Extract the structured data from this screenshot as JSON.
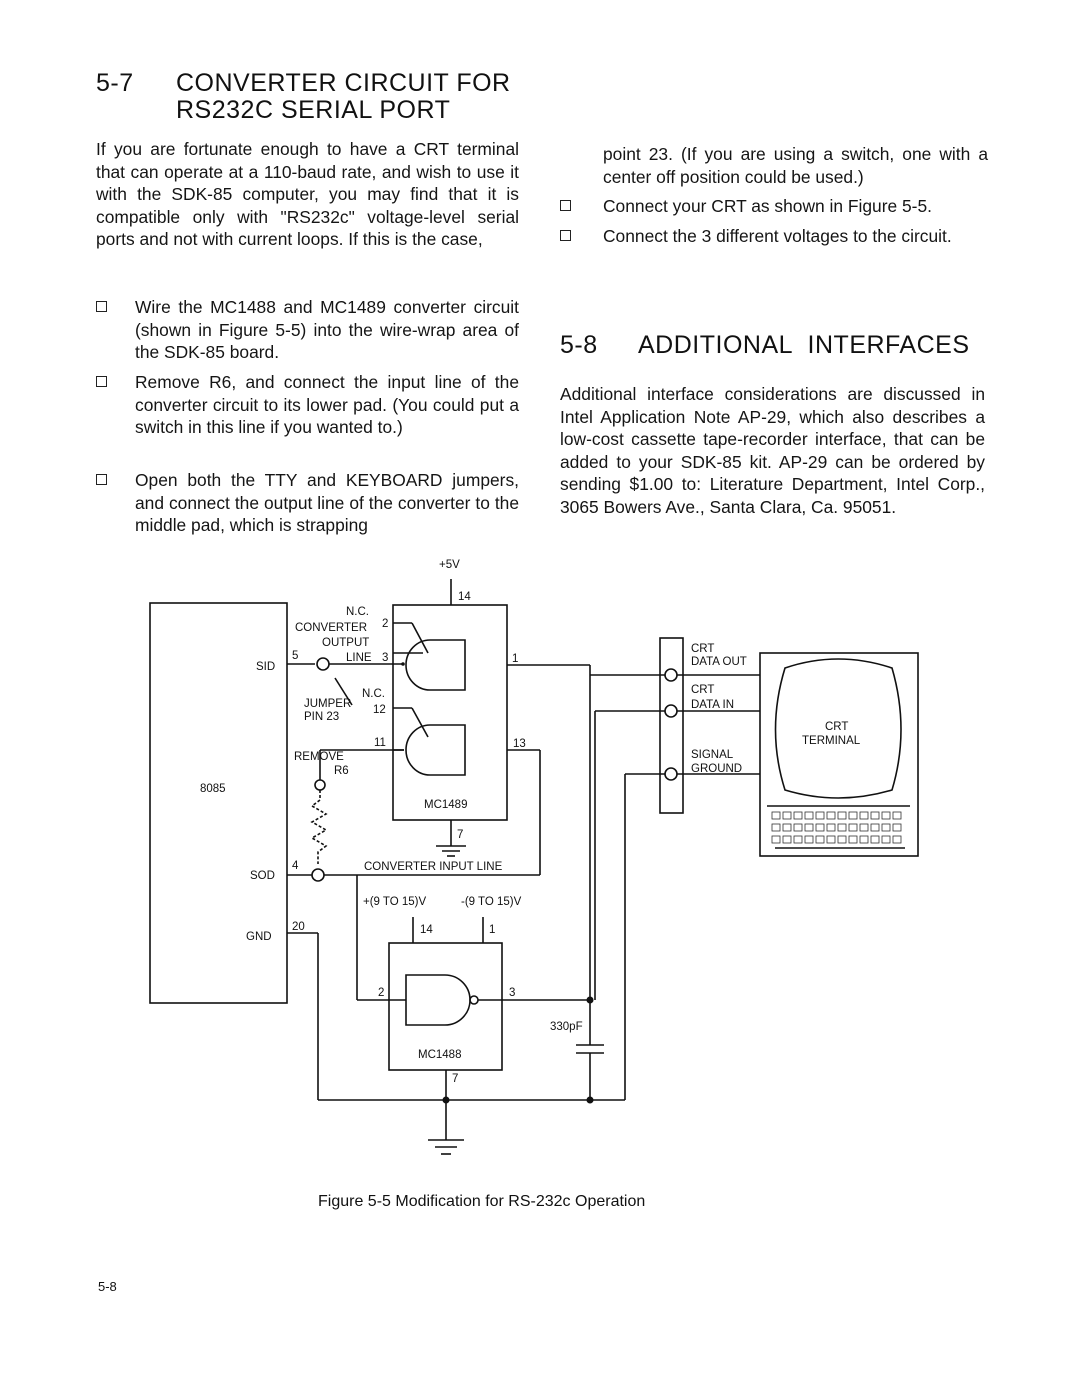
{
  "section_5_7": {
    "number": "5-7",
    "title_line1": "CONVERTER CIRCUIT FOR",
    "title_line2": "RS232C SERIAL PORT",
    "intro": "If you are fortunate enough to have a CRT terminal that can operate at a 110-baud rate, and wish to use it with the SDK-85 computer, you may find that it is compatible only with \"RS232c\" voltage-level serial ports and not with current loops. If this is the case,",
    "steps": [
      "Wire the MC1488 and MC1489 converter circuit (shown in Figure 5-5) into the wire-wrap area of the SDK-85 board.",
      "Remove R6, and connect the input line of the converter circuit to its lower pad. (You could put a switch in this line if you wanted to.)",
      "Open both the TTY and KEYBOARD jumpers, and connect the output line of the converter to the middle pad, which is strapping point 23. (If you are using a switch, one with a center off position could be used.)",
      "Connect your CRT as shown in Figure 5-5.",
      "Connect the 3 different voltages to the circuit."
    ]
  },
  "section_5_8": {
    "number": "5-8",
    "title": "ADDITIONAL INTERFACES",
    "body": "Additional interface considerations are discussed in Intel Application Note AP-29, which also describes a low-cost cassette tape-recorder interface, that can be added to your SDK-85 kit. AP-29 can be ordered by sending $1.00 to: Literature Department, Intel Corp., 3065 Bowers Ave., Santa Clara, Ca. 95051."
  },
  "figure": {
    "caption": "Figure 5-5 Modification for RS-232c Operation",
    "labels": {
      "plus5v": "+5V",
      "pin14": "14",
      "nc1": "N.C.",
      "converter": "CONVERTER",
      "pin2": "2",
      "output": "OUTPUT",
      "pin5": "5",
      "line": "LINE",
      "pin3": "3",
      "sid": "SID",
      "pin1": "1",
      "nc2": "N.C.",
      "jumper": "JUMPER",
      "pin12": "12",
      "pin23": "PIN 23",
      "pin11": "11",
      "pin13": "13",
      "remove": "REMOVE",
      "r6": "R6",
      "cpu": "8085",
      "mc1489": "MC1489",
      "pin7": "7",
      "sod": "SOD",
      "pin4": "4",
      "conv_input_line": "CONVERTER INPUT LINE",
      "vpos": "+(9 TO 15)V",
      "vneg": "-(9 TO 15)V",
      "gnd": "GND",
      "pin20": "20",
      "pin14b": "14",
      "pin1b": "1",
      "pin2b": "2",
      "pin3b": "3",
      "cap": "330pF",
      "mc1488": "MC1488",
      "pin7b": "7",
      "crt1": "CRT",
      "data_out": "DATA OUT",
      "crt2": "CRT",
      "data_in": "DATA IN",
      "signal": "SIGNAL",
      "ground": "GROUND",
      "crt3": "CRT",
      "terminal": "TERMINAL"
    }
  },
  "page_number": "5-8"
}
